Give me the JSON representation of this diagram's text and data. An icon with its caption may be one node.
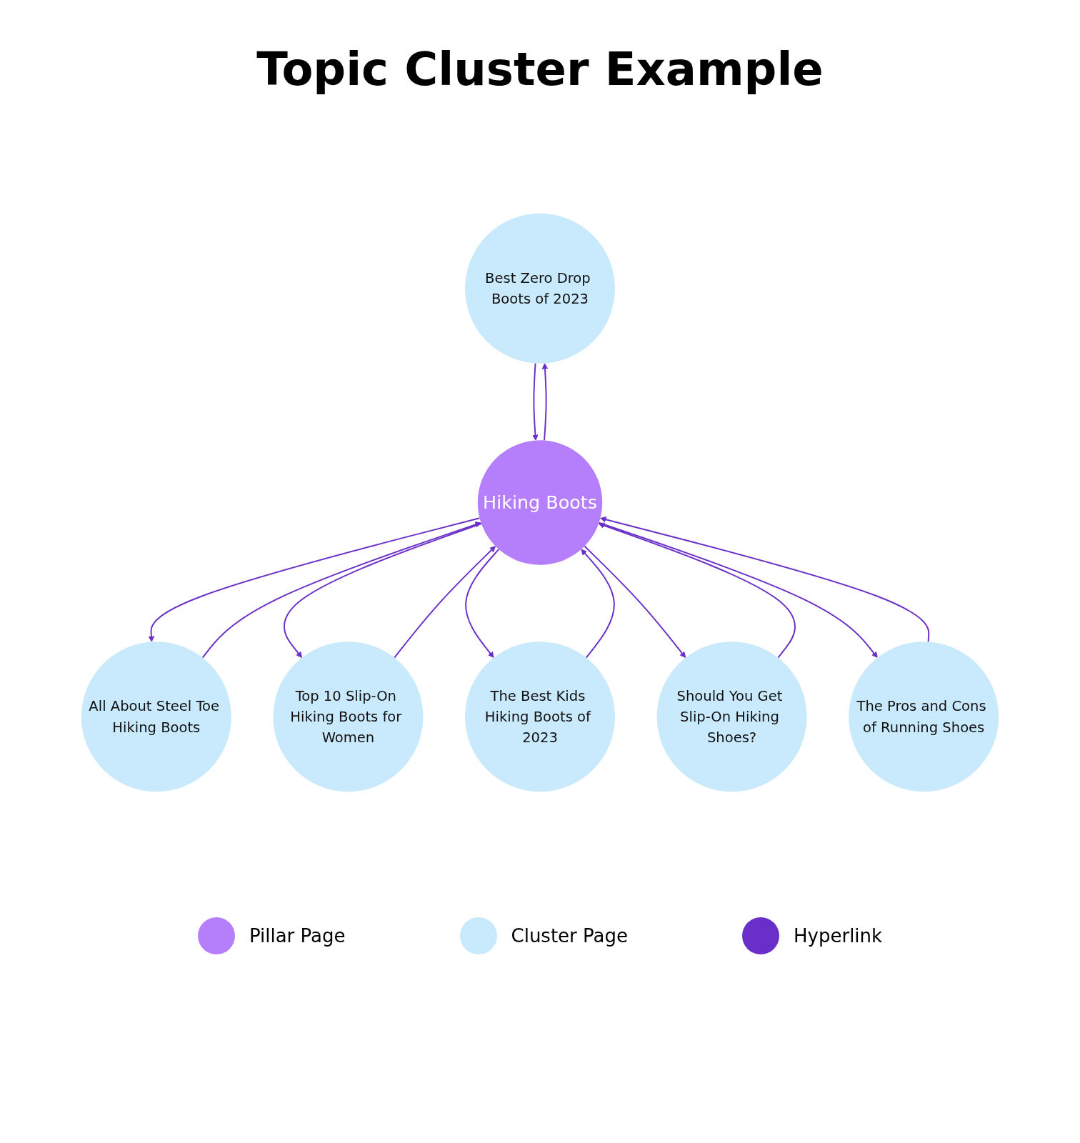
{
  "diagram": {
    "title": "Topic Cluster Example",
    "nodes": [
      {
        "text": [
          "Best Zero Drop Boots of 2023"
        ]
      },
      {
        "text": [
          "All About Steel Toe Hiking Boots"
        ]
      },
      {
        "text": [
          "Top 10 Slip-On Hiking Boots for Women"
        ]
      },
      {
        "text": [
          "Hiking Boots"
        ]
      },
      {
        "text": [
          "The Best Kids Hiking Boots of 2023"
        ]
      },
      {
        "text": [
          "Should You Get Slip-On Hiking Shoes?"
        ]
      },
      {
        "text": [
          "The Pros and Cons of Running Shoes"
        ]
      }
    ],
    "edges": [
      {
        "from": 0,
        "to": 3,
        "arrow": "to"
      },
      {
        "from": 3,
        "to": 0,
        "arrow": "to"
      },
      {
        "from": 1,
        "to": 3,
        "arrow": "to"
      },
      {
        "from": 3,
        "to": 1,
        "arrow": "to"
      },
      {
        "from": 2,
        "to": 3,
        "arrow": "to"
      },
      {
        "from": 3,
        "to": 2,
        "arrow": "to"
      },
      {
        "from": 3,
        "to": 4,
        "arrow": "to"
      },
      {
        "from": 4,
        "to": 3,
        "arrow": "to"
      },
      {
        "from": 3,
        "to": 5,
        "arrow": "to"
      },
      {
        "from": 5,
        "to": 3,
        "arrow": "to"
      },
      {
        "from": 3,
        "to": 6,
        "arrow": "to"
      },
      {
        "from": 6,
        "to": 3,
        "arrow": "to"
      }
    ],
    "legend": [
      {
        "text": "Pillar Page",
        "color": "#b57ffc"
      },
      {
        "text": "Cluster Page",
        "color": "#c9e9fc"
      },
      {
        "text": "Hyperlink",
        "color": "#6a2fc9"
      }
    ]
  }
}
